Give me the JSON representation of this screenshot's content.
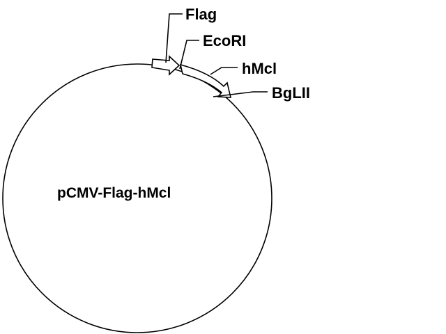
{
  "plasmid": {
    "name": "pCMV-Flag-hMcl"
  },
  "features": {
    "flag": "Flag",
    "ecori": "EcoRI",
    "hmcl": "hMcl",
    "bglii": "BgLII"
  },
  "colors": {
    "stroke": "#000000",
    "fill": "#ffffff",
    "text": "#000000"
  }
}
